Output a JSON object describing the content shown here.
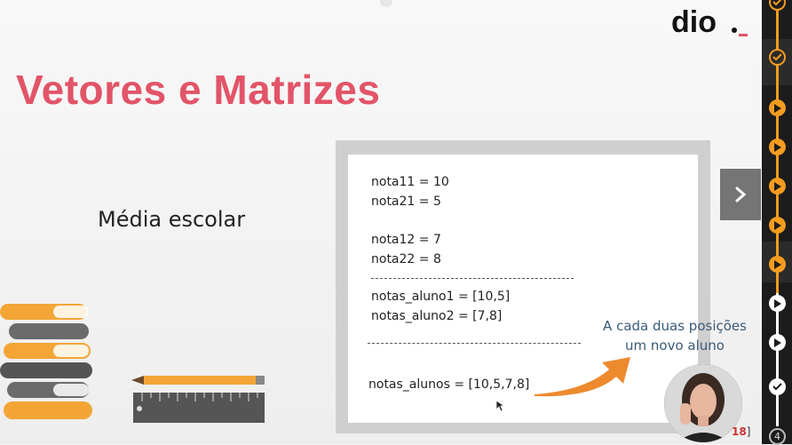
{
  "slide": {
    "logo_text": "dio._",
    "title": "Vetores e Matrizes",
    "subtitle": "Média escolar",
    "code_lines": [
      "nota11 = 10",
      "nota21 = 5",
      "nota12 = 7",
      "nota22 = 8",
      "notas_aluno1 = [10,5]",
      "notas_aluno2 = [7,8]",
      "notas_alunos = [10,5,7,8]"
    ],
    "note": "A cada duas posições um novo aluno",
    "page_number": "18",
    "page_bracket": "]"
  },
  "player": {
    "next_icon": "chevron-right-icon",
    "progress_nodes": [
      {
        "state": "completed",
        "icon": "check-icon"
      },
      {
        "state": "current",
        "icon": "check-icon"
      },
      {
        "state": "upcoming",
        "icon": "play-icon"
      },
      {
        "state": "upcoming",
        "icon": "play-icon"
      },
      {
        "state": "upcoming",
        "icon": "play-icon"
      },
      {
        "state": "upcoming",
        "icon": "play-icon"
      },
      {
        "state": "upcoming",
        "icon": "play-icon"
      },
      {
        "state": "locked",
        "icon": "play-icon"
      },
      {
        "state": "locked",
        "icon": "play-icon"
      },
      {
        "state": "locked",
        "icon": "check-icon"
      }
    ],
    "bottom_label": "4"
  },
  "colors": {
    "title": "#e25468",
    "accent_orange": "#f39c1f",
    "rail": "#1c1c1c",
    "note": "#3a5a78"
  }
}
